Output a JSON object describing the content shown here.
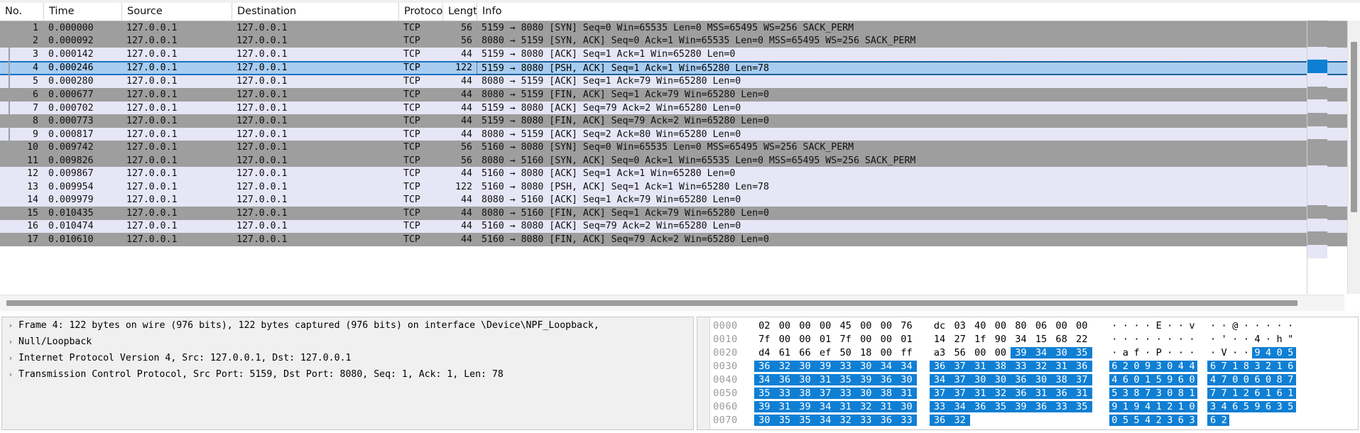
{
  "app": {
    "name": "Wireshark",
    "view": "packet-capture"
  },
  "packet_list": {
    "columns": [
      {
        "key": "no",
        "label": "No."
      },
      {
        "key": "time",
        "label": "Time"
      },
      {
        "key": "src",
        "label": "Source"
      },
      {
        "key": "dst",
        "label": "Destination"
      },
      {
        "key": "proto",
        "label": "Protoco"
      },
      {
        "key": "len",
        "label": "Lengt"
      },
      {
        "key": "info",
        "label": "Info"
      }
    ],
    "rows": [
      {
        "no": "1",
        "time": "0.000000",
        "src": "127.0.0.1",
        "dst": "127.0.0.1",
        "proto": "TCP",
        "len": "56",
        "info": "5159 → 8080 [SYN] Seq=0 Win=65535 Len=0 MSS=65495 WS=256 SACK_PERM",
        "style": "even"
      },
      {
        "no": "2",
        "time": "0.000092",
        "src": "127.0.0.1",
        "dst": "127.0.0.1",
        "proto": "TCP",
        "len": "56",
        "info": "8080 → 5159 [SYN, ACK] Seq=0 Ack=1 Win=65535 Len=0 MSS=65495 WS=256 SACK_PERM",
        "style": "even"
      },
      {
        "no": "3",
        "time": "0.000142",
        "src": "127.0.0.1",
        "dst": "127.0.0.1",
        "proto": "TCP",
        "len": "44",
        "info": "5159 → 8080 [ACK] Seq=1 Ack=1 Win=65280 Len=0",
        "style": "odd"
      },
      {
        "no": "4",
        "time": "0.000246",
        "src": "127.0.0.1",
        "dst": "127.0.0.1",
        "proto": "TCP",
        "len": "122",
        "info": "5159 → 8080 [PSH, ACK] Seq=1 Ack=1 Win=65280 Len=78",
        "style": "sel"
      },
      {
        "no": "5",
        "time": "0.000280",
        "src": "127.0.0.1",
        "dst": "127.0.0.1",
        "proto": "TCP",
        "len": "44",
        "info": "8080 → 5159 [ACK] Seq=1 Ack=79 Win=65280 Len=0",
        "style": "odd"
      },
      {
        "no": "6",
        "time": "0.000677",
        "src": "127.0.0.1",
        "dst": "127.0.0.1",
        "proto": "TCP",
        "len": "44",
        "info": "8080 → 5159 [FIN, ACK] Seq=1 Ack=79 Win=65280 Len=0",
        "style": "even"
      },
      {
        "no": "7",
        "time": "0.000702",
        "src": "127.0.0.1",
        "dst": "127.0.0.1",
        "proto": "TCP",
        "len": "44",
        "info": "5159 → 8080 [ACK] Seq=79 Ack=2 Win=65280 Len=0",
        "style": "odd"
      },
      {
        "no": "8",
        "time": "0.000773",
        "src": "127.0.0.1",
        "dst": "127.0.0.1",
        "proto": "TCP",
        "len": "44",
        "info": "5159 → 8080 [FIN, ACK] Seq=79 Ack=2 Win=65280 Len=0",
        "style": "even"
      },
      {
        "no": "9",
        "time": "0.000817",
        "src": "127.0.0.1",
        "dst": "127.0.0.1",
        "proto": "TCP",
        "len": "44",
        "info": "8080 → 5159 [ACK] Seq=2 Ack=80 Win=65280 Len=0",
        "style": "odd"
      },
      {
        "no": "10",
        "time": "0.009742",
        "src": "127.0.0.1",
        "dst": "127.0.0.1",
        "proto": "TCP",
        "len": "56",
        "info": "5160 → 8080 [SYN] Seq=0 Win=65535 Len=0 MSS=65495 WS=256 SACK_PERM",
        "style": "even"
      },
      {
        "no": "11",
        "time": "0.009826",
        "src": "127.0.0.1",
        "dst": "127.0.0.1",
        "proto": "TCP",
        "len": "56",
        "info": "8080 → 5160 [SYN, ACK] Seq=0 Ack=1 Win=65535 Len=0 MSS=65495 WS=256 SACK_PERM",
        "style": "even"
      },
      {
        "no": "12",
        "time": "0.009867",
        "src": "127.0.0.1",
        "dst": "127.0.0.1",
        "proto": "TCP",
        "len": "44",
        "info": "5160 → 8080 [ACK] Seq=1 Ack=1 Win=65280 Len=0",
        "style": "odd"
      },
      {
        "no": "13",
        "time": "0.009954",
        "src": "127.0.0.1",
        "dst": "127.0.0.1",
        "proto": "TCP",
        "len": "122",
        "info": "5160 → 8080 [PSH, ACK] Seq=1 Ack=1 Win=65280 Len=78",
        "style": "odd"
      },
      {
        "no": "14",
        "time": "0.009979",
        "src": "127.0.0.1",
        "dst": "127.0.0.1",
        "proto": "TCP",
        "len": "44",
        "info": "8080 → 5160 [ACK] Seq=1 Ack=79 Win=65280 Len=0",
        "style": "odd"
      },
      {
        "no": "15",
        "time": "0.010435",
        "src": "127.0.0.1",
        "dst": "127.0.0.1",
        "proto": "TCP",
        "len": "44",
        "info": "8080 → 5160 [FIN, ACK] Seq=1 Ack=79 Win=65280 Len=0",
        "style": "even"
      },
      {
        "no": "16",
        "time": "0.010474",
        "src": "127.0.0.1",
        "dst": "127.0.0.1",
        "proto": "TCP",
        "len": "44",
        "info": "5160 → 8080 [ACK] Seq=79 Ack=2 Win=65280 Len=0",
        "style": "odd"
      },
      {
        "no": "17",
        "time": "0.010610",
        "src": "127.0.0.1",
        "dst": "127.0.0.1",
        "proto": "TCP",
        "len": "44",
        "info": "5160 → 8080 [FIN, ACK] Seq=79 Ack=2 Win=65280 Len=0",
        "style": "even"
      }
    ],
    "selected_row_no": "4",
    "minimap_segments": [
      {
        "color": "#9e9e9e",
        "h": 37
      },
      {
        "color": "#e6e6f7",
        "h": 18
      },
      {
        "color": "#0f7fd4",
        "h": 19
      },
      {
        "color": "#e6e6f7",
        "h": 19
      },
      {
        "color": "#9e9e9e",
        "h": 18
      },
      {
        "color": "#e6e6f7",
        "h": 19
      },
      {
        "color": "#9e9e9e",
        "h": 19
      },
      {
        "color": "#e6e6f7",
        "h": 18
      },
      {
        "color": "#9e9e9e",
        "h": 37
      },
      {
        "color": "#e6e6f7",
        "h": 56
      },
      {
        "color": "#9e9e9e",
        "h": 19
      },
      {
        "color": "#e6e6f7",
        "h": 18
      },
      {
        "color": "#9e9e9e",
        "h": 19
      },
      {
        "color": "#e6e6f7",
        "h": 19
      }
    ]
  },
  "detail_pane": {
    "rows": [
      {
        "twisty": "›",
        "text": "Frame 4: 122 bytes on wire (976 bits), 122 bytes captured (976 bits) on interface \\Device\\NPF_Loopback,"
      },
      {
        "twisty": "›",
        "text": "Null/Loopback"
      },
      {
        "twisty": "›",
        "text": "Internet Protocol Version 4, Src: 127.0.0.1, Dst: 127.0.0.1"
      },
      {
        "twisty": "›",
        "text": "Transmission Control Protocol, Src Port: 5159, Dst Port: 8080, Seq: 1, Ack: 1, Len: 78"
      }
    ]
  },
  "hex_pane": {
    "highlight_color": "#0f7fd4",
    "rows": [
      {
        "offset": "0000",
        "bytes": [
          "02",
          "00",
          "00",
          "00",
          "45",
          "00",
          "00",
          "76",
          "dc",
          "03",
          "40",
          "00",
          "80",
          "06",
          "00",
          "00"
        ],
        "hl": [
          false,
          false,
          false,
          false,
          false,
          false,
          false,
          false,
          false,
          false,
          false,
          false,
          false,
          false,
          false,
          false
        ],
        "ascii": [
          "·",
          "·",
          "·",
          "·",
          "E",
          "·",
          "·",
          "v",
          "·",
          "·",
          "@",
          "·",
          "·",
          "·",
          "·",
          "·"
        ],
        "ascii_hl": [
          false,
          false,
          false,
          false,
          false,
          false,
          false,
          false,
          false,
          false,
          false,
          false,
          false,
          false,
          false,
          false
        ]
      },
      {
        "offset": "0010",
        "bytes": [
          "7f",
          "00",
          "00",
          "01",
          "7f",
          "00",
          "00",
          "01",
          "14",
          "27",
          "1f",
          "90",
          "34",
          "15",
          "68",
          "22"
        ],
        "hl": [
          false,
          false,
          false,
          false,
          false,
          false,
          false,
          false,
          false,
          false,
          false,
          false,
          false,
          false,
          false,
          false
        ],
        "ascii": [
          "·",
          "·",
          "·",
          "·",
          "·",
          "·",
          "·",
          "·",
          "·",
          "'",
          "·",
          "·",
          "4",
          "·",
          "h",
          "\""
        ],
        "ascii_hl": [
          false,
          false,
          false,
          false,
          false,
          false,
          false,
          false,
          false,
          false,
          false,
          false,
          false,
          false,
          false,
          false
        ]
      },
      {
        "offset": "0020",
        "bytes": [
          "d4",
          "61",
          "66",
          "ef",
          "50",
          "18",
          "00",
          "ff",
          "a3",
          "56",
          "00",
          "00",
          "39",
          "34",
          "30",
          "35"
        ],
        "hl": [
          false,
          false,
          false,
          false,
          false,
          false,
          false,
          false,
          false,
          false,
          false,
          false,
          true,
          true,
          true,
          true
        ],
        "ascii": [
          "·",
          "a",
          "f",
          "·",
          "P",
          "·",
          "·",
          "·",
          "·",
          "V",
          "·",
          "·",
          "9",
          "4",
          "0",
          "5"
        ],
        "ascii_hl": [
          false,
          false,
          false,
          false,
          false,
          false,
          false,
          false,
          false,
          false,
          false,
          false,
          true,
          true,
          true,
          true
        ]
      },
      {
        "offset": "0030",
        "bytes": [
          "36",
          "32",
          "30",
          "39",
          "33",
          "30",
          "34",
          "34",
          "36",
          "37",
          "31",
          "38",
          "33",
          "32",
          "31",
          "36"
        ],
        "hl": [
          true,
          true,
          true,
          true,
          true,
          true,
          true,
          true,
          true,
          true,
          true,
          true,
          true,
          true,
          true,
          true
        ],
        "ascii": [
          "6",
          "2",
          "0",
          "9",
          "3",
          "0",
          "4",
          "4",
          "6",
          "7",
          "1",
          "8",
          "3",
          "2",
          "1",
          "6"
        ],
        "ascii_hl": [
          true,
          true,
          true,
          true,
          true,
          true,
          true,
          true,
          true,
          true,
          true,
          true,
          true,
          true,
          true,
          true
        ]
      },
      {
        "offset": "0040",
        "bytes": [
          "34",
          "36",
          "30",
          "31",
          "35",
          "39",
          "36",
          "30",
          "34",
          "37",
          "30",
          "30",
          "36",
          "30",
          "38",
          "37"
        ],
        "hl": [
          true,
          true,
          true,
          true,
          true,
          true,
          true,
          true,
          true,
          true,
          true,
          true,
          true,
          true,
          true,
          true
        ],
        "ascii": [
          "4",
          "6",
          "0",
          "1",
          "5",
          "9",
          "6",
          "0",
          "4",
          "7",
          "0",
          "0",
          "6",
          "0",
          "8",
          "7"
        ],
        "ascii_hl": [
          true,
          true,
          true,
          true,
          true,
          true,
          true,
          true,
          true,
          true,
          true,
          true,
          true,
          true,
          true,
          true
        ]
      },
      {
        "offset": "0050",
        "bytes": [
          "35",
          "33",
          "38",
          "37",
          "33",
          "30",
          "38",
          "31",
          "37",
          "37",
          "31",
          "32",
          "36",
          "31",
          "36",
          "31"
        ],
        "hl": [
          true,
          true,
          true,
          true,
          true,
          true,
          true,
          true,
          true,
          true,
          true,
          true,
          true,
          true,
          true,
          true
        ],
        "ascii": [
          "5",
          "3",
          "8",
          "7",
          "3",
          "0",
          "8",
          "1",
          "7",
          "7",
          "1",
          "2",
          "6",
          "1",
          "6",
          "1"
        ],
        "ascii_hl": [
          true,
          true,
          true,
          true,
          true,
          true,
          true,
          true,
          true,
          true,
          true,
          true,
          true,
          true,
          true,
          true
        ]
      },
      {
        "offset": "0060",
        "bytes": [
          "39",
          "31",
          "39",
          "34",
          "31",
          "32",
          "31",
          "30",
          "33",
          "34",
          "36",
          "35",
          "39",
          "36",
          "33",
          "35"
        ],
        "hl": [
          true,
          true,
          true,
          true,
          true,
          true,
          true,
          true,
          true,
          true,
          true,
          true,
          true,
          true,
          true,
          true
        ],
        "ascii": [
          "9",
          "1",
          "9",
          "4",
          "1",
          "2",
          "1",
          "0",
          "3",
          "4",
          "6",
          "5",
          "9",
          "6",
          "3",
          "5"
        ],
        "ascii_hl": [
          true,
          true,
          true,
          true,
          true,
          true,
          true,
          true,
          true,
          true,
          true,
          true,
          true,
          true,
          true,
          true
        ]
      },
      {
        "offset": "0070",
        "bytes": [
          "30",
          "35",
          "35",
          "34",
          "32",
          "33",
          "36",
          "33",
          "36",
          "32"
        ],
        "hl": [
          true,
          true,
          true,
          true,
          true,
          true,
          true,
          true,
          true,
          true
        ],
        "ascii": [
          "0",
          "5",
          "5",
          "4",
          "2",
          "3",
          "6",
          "3",
          "6",
          "2"
        ],
        "ascii_hl": [
          true,
          true,
          true,
          true,
          true,
          true,
          true,
          true,
          true,
          true
        ]
      }
    ]
  }
}
